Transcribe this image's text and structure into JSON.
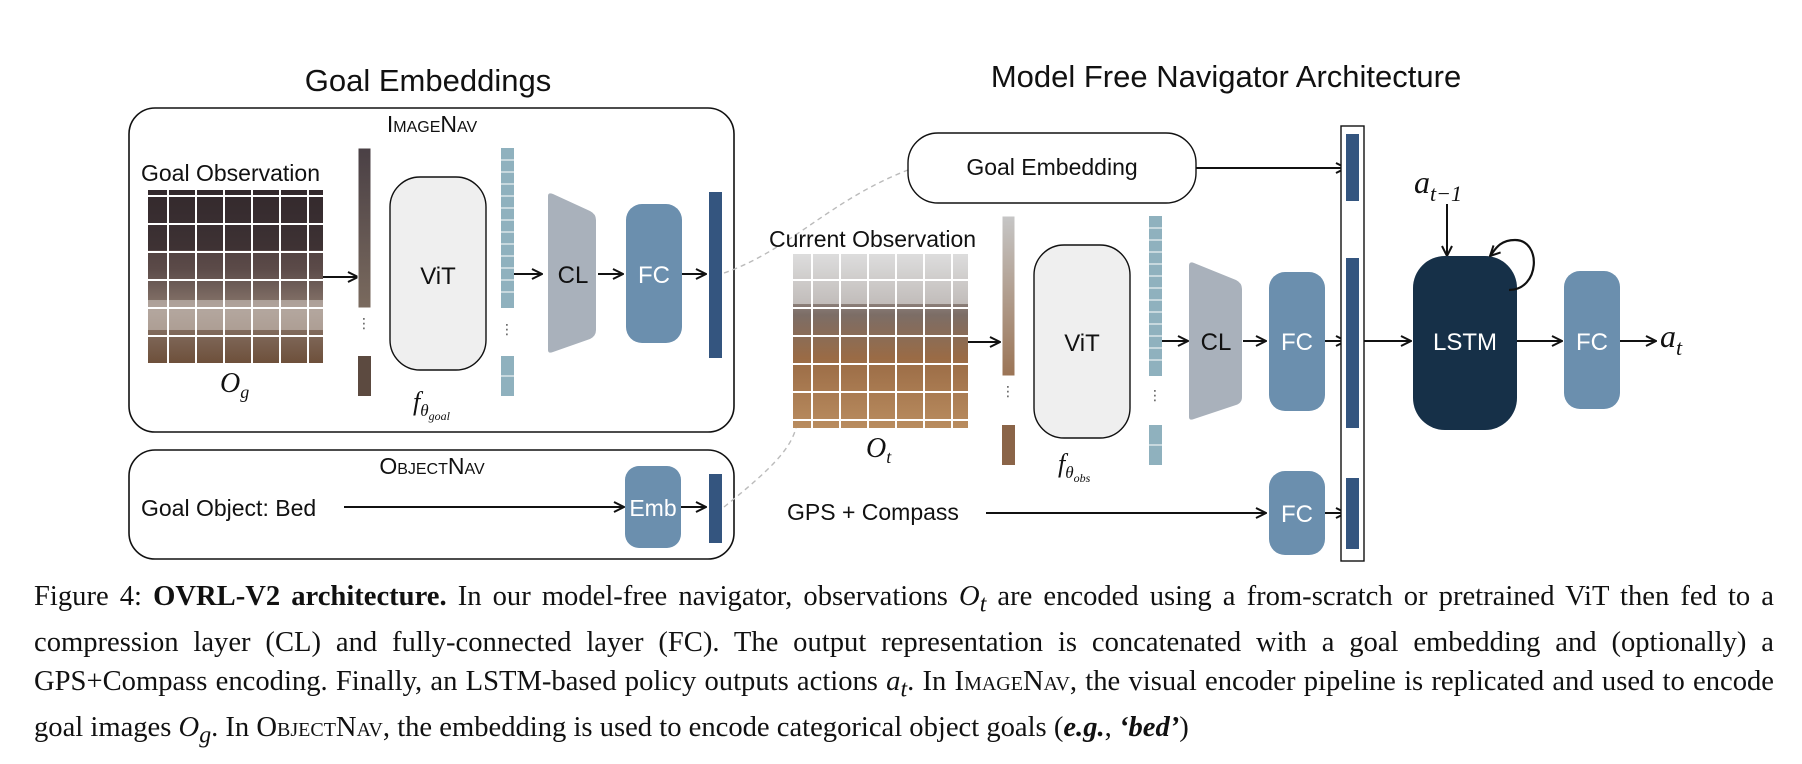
{
  "titles": {
    "left": "Goal Embeddings",
    "right": "Model Free Navigator Architecture"
  },
  "imagenav": {
    "label": "ImageNav",
    "goal_observation": "Goal Observation",
    "og_symbol": "O",
    "og_sub": "g",
    "vit": "ViT",
    "cl": "CL",
    "fc": "FC",
    "f_symbol": "f",
    "f_sub_theta": "θ",
    "f_sub_name": "goal"
  },
  "objectnav": {
    "label": "ObjectNav",
    "goal_object": "Goal Object: Bed",
    "emb": "Emb"
  },
  "navigator": {
    "goal_embedding": "Goal Embedding",
    "current_observation": "Current Observation",
    "ot_symbol": "O",
    "ot_sub": "t",
    "vit": "ViT",
    "cl": "CL",
    "fc": "FC",
    "f_symbol": "f",
    "f_sub_theta": "θ",
    "f_sub_name": "obs",
    "gps_compass": "GPS + Compass",
    "gps_fc": "FC",
    "lstm": "LSTM",
    "out_fc": "FC",
    "prev_action_symbol": "a",
    "prev_action_sub": "t−1",
    "action_symbol": "a",
    "action_sub": "t"
  },
  "caption": {
    "prefix": "Figure 4: ",
    "bold": "OVRL-V2 architecture.",
    "t1": " In our model-free navigator, observations ",
    "ot": "O",
    "ot_sub": "t",
    "t2": " are encoded using a from-scratch or pretrained ViT then fed to a compression layer (CL) and fully-connected layer (FC). The output representation is concatenated with a goal embedding and (optionally) a GPS+Compass encoding. Finally, an LSTM-based policy outputs actions ",
    "at": "a",
    "at_sub": "t",
    "t3": ". In ",
    "imagenav": "ImageNav",
    "t4": ", the visual encoder pipeline is replicated and used to encode goal images ",
    "og": "O",
    "og_sub": "g",
    "t5": ". In ",
    "objectnav": "ObjectNav",
    "t6": ", the embedding is used to encode categorical object goals (",
    "eg": "e.g.",
    "t7": ", ",
    "bed": "‘bed’",
    "t8": ")"
  },
  "colors": {
    "fc_blue": "#6b8fae",
    "cl_gray": "#a9b1bb",
    "vit_fill": "#efefef",
    "embed_bar": "#34557f",
    "token_teal": "#8fb1be",
    "lstm_navy": "#163048"
  }
}
